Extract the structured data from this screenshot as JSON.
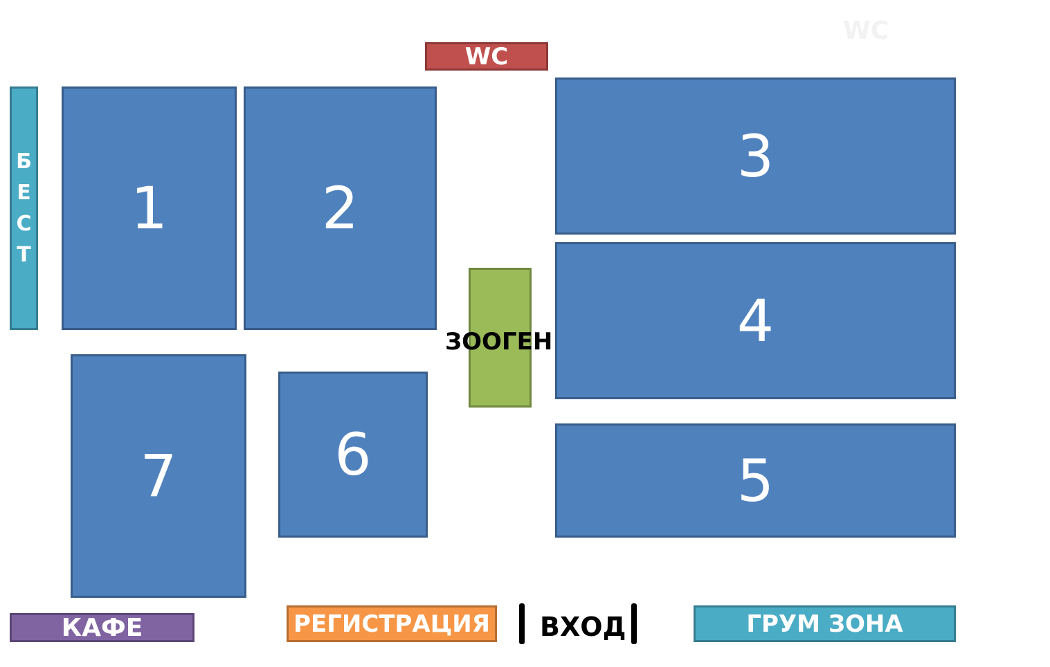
{
  "ghost_label": "WC",
  "wc_label": "WC",
  "best_letters": [
    "Б",
    "Е",
    "С",
    "Т"
  ],
  "rings": [
    "1",
    "2",
    "3",
    "4",
    "5",
    "6",
    "7"
  ],
  "zoogen_label": "ЗООГЕН",
  "cafe_label": "КАФЕ",
  "registration_label": "РЕГИСТРАЦИЯ",
  "entrance_label": "ВХОД",
  "groom_label": "ГРУМ ЗОНА",
  "colors": {
    "ring": "#4F81BD",
    "wc": "#C0504D",
    "best": "#4BACC6",
    "zoogen": "#9BBB59",
    "cafe": "#8064A2",
    "registration": "#F79646",
    "groom": "#4BACC6"
  }
}
